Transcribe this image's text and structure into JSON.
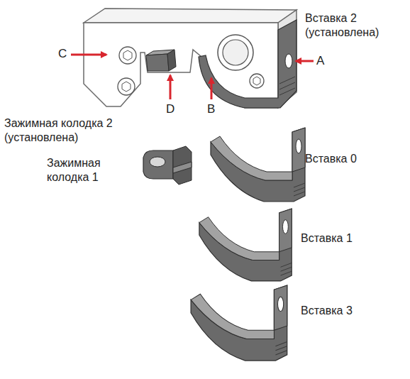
{
  "diagram": {
    "labels": [
      "Вставка 2 (установлена)",
      "C",
      "A",
      "D",
      "B",
      "Зажимная колодка 2 (установлена)",
      "Вставка 0",
      "Зажимная колодка 1",
      "Вставка 1",
      "Вставка 3"
    ]
  }
}
